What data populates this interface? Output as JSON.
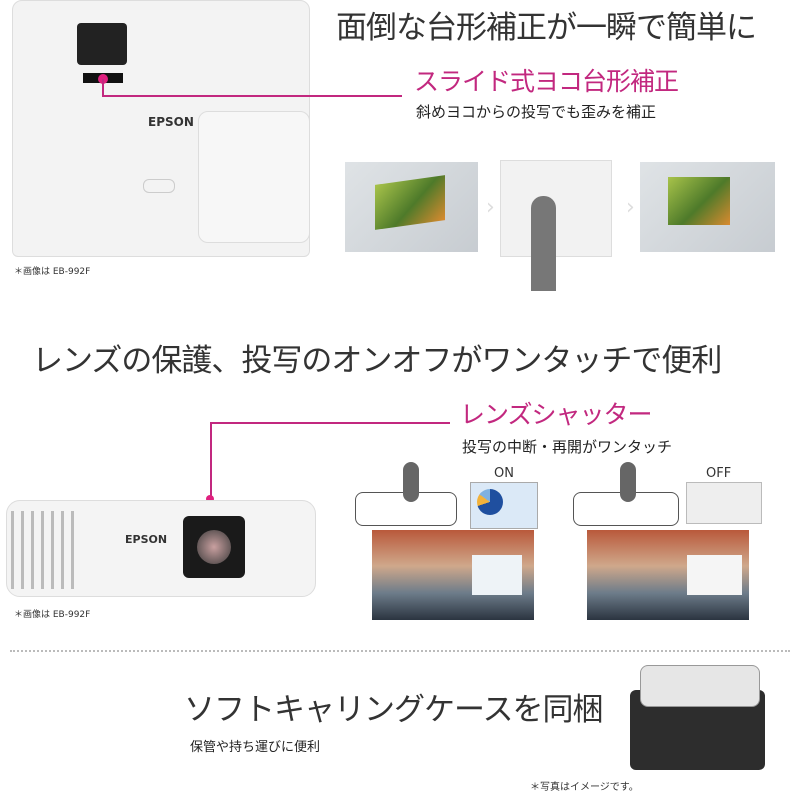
{
  "section1": {
    "title": "面倒な台形補正が一瞬で簡単に",
    "feature": "スライド式ヨコ台形補正",
    "description": "斜めヨコからの投写でも歪みを補正",
    "product_brand": "EPSON",
    "image_note": "＊画像は EB-992F"
  },
  "section2": {
    "title": "レンズの保護、投写のオンオフがワンタッチで便利",
    "feature": "レンズシャッター",
    "description": "投写の中断・再開がワンタッチ",
    "on_label": "ON",
    "off_label": "OFF",
    "product_brand": "EPSON",
    "image_note": "＊画像は EB-992F"
  },
  "section3": {
    "title": "ソフトキャリングケースを同梱",
    "description": "保管や持ち運びに便利",
    "image_note": "＊写真はイメージです。"
  },
  "colors": {
    "accent": "#c2287f",
    "text": "#333333"
  }
}
